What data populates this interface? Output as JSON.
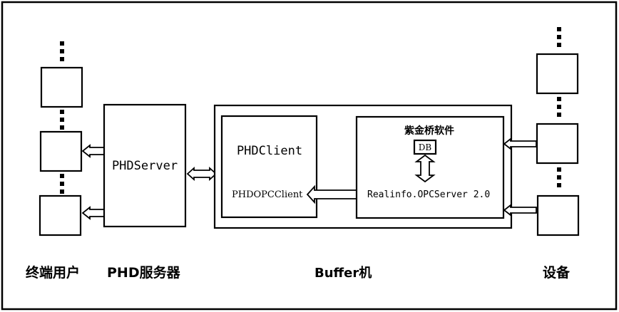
{
  "diagram": {
    "type": "system-architecture",
    "columns": {
      "end_users": "终端用户",
      "phd_server": "PHD服务器",
      "buffer": "Buffer机",
      "devices": "设备"
    },
    "nodes": {
      "phd_server_box": "PHDServer",
      "phd_client_box": "PHDClient",
      "phd_opc_client": "PHDOPCClient",
      "zijinqiao_box": "紫金桥软件",
      "db": "DB",
      "opc_server": "Realinfo.OPCServer 2.0"
    },
    "edges": [
      {
        "from": "PHDServer",
        "to": "end-user-2",
        "direction": "one-way"
      },
      {
        "from": "PHDServer",
        "to": "end-user-3",
        "direction": "one-way"
      },
      {
        "from": "PHDServer",
        "to": "PHDClient",
        "direction": "two-way"
      },
      {
        "from": "PHDOPCClient",
        "to": "Realinfo.OPCServer 2.0",
        "direction": "two-way"
      },
      {
        "from": "DB",
        "to": "Realinfo.OPCServer 2.0",
        "direction": "two-way"
      },
      {
        "from": "device-2",
        "to": "紫金桥软件",
        "direction": "one-way"
      },
      {
        "from": "device-3",
        "to": "紫金桥软件",
        "direction": "one-way"
      }
    ],
    "end_user_count_shown": 3,
    "device_count_shown": 3
  }
}
